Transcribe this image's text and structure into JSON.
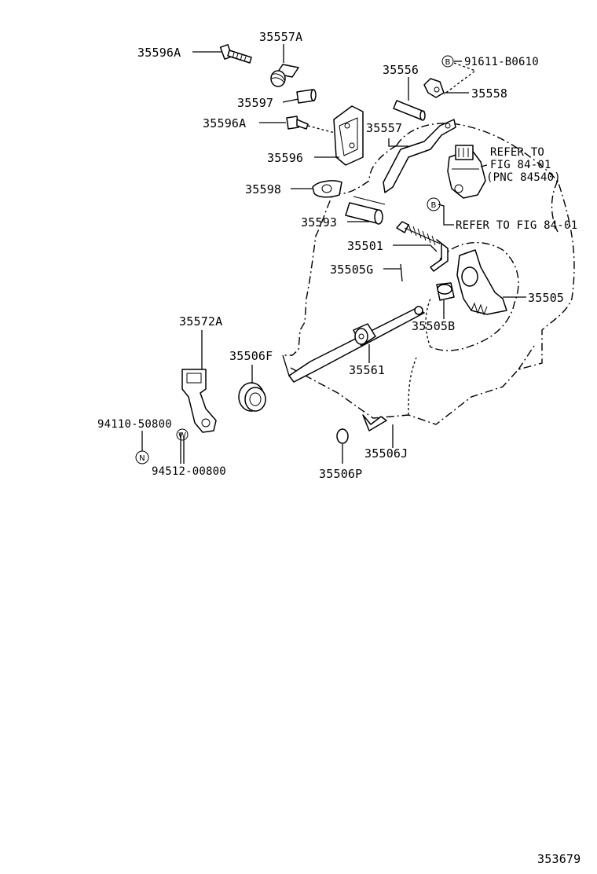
{
  "labels": {
    "p35596A_top": "35596A",
    "p35557A": "35557A",
    "p35597": "35597",
    "p35596A_mid": "35596A",
    "p35596": "35596",
    "p35598": "35598",
    "p35556": "35556",
    "p35557": "35557",
    "p91611": "91611-B0610",
    "p35558": "35558",
    "refer1_line1": "REFER TO",
    "refer1_line2": "FIG 84-01",
    "refer1_line3": "(PNC 84540)",
    "refer2": "REFER TO FIG 84-01",
    "p35593": "35593",
    "p35501": "35501",
    "p35505G": "35505G",
    "p35505": "35505",
    "p35505B": "35505B",
    "p35572A": "35572A",
    "p35506F": "35506F",
    "p35561": "35561",
    "p94110": "94110-50800",
    "p94512": "94512-00800",
    "p35506J": "35506J",
    "p35506P": "35506P",
    "figure_number": "353679"
  },
  "symbols": {
    "B_marker_top": "B",
    "B_marker_mid": "B",
    "N_marker": "N",
    "W_marker": "W"
  }
}
